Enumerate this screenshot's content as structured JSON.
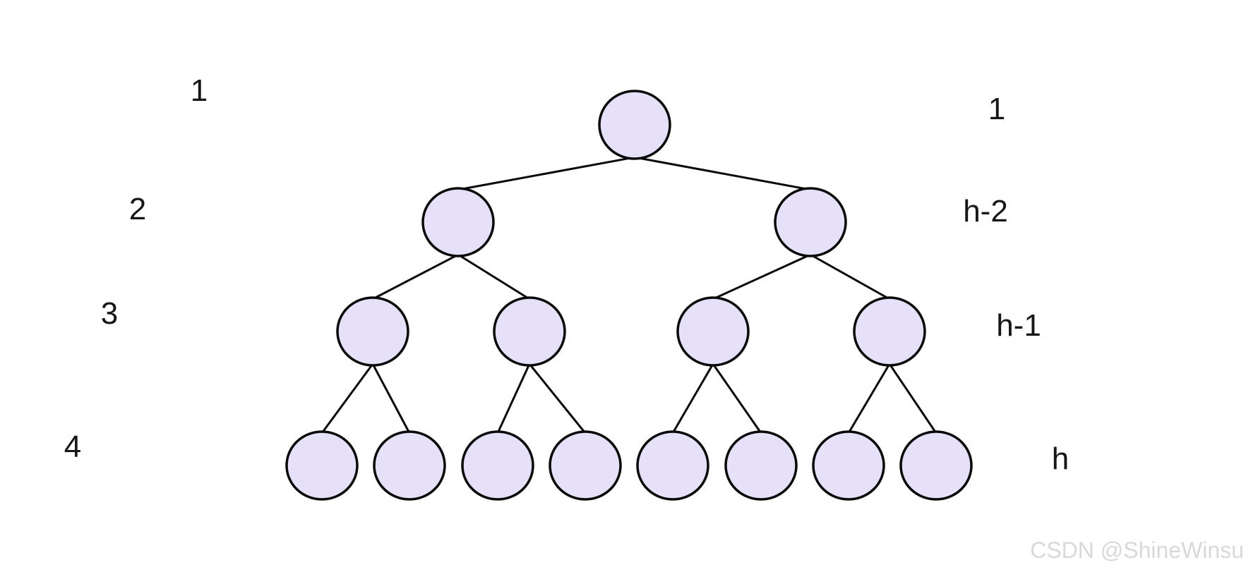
{
  "diagram": {
    "type": "full-binary-tree",
    "levels": [
      {
        "left_label": "1",
        "right_label": "1",
        "node_count": 1
      },
      {
        "left_label": "2",
        "right_label": "h-2",
        "node_count": 2
      },
      {
        "left_label": "3",
        "right_label": "h-1",
        "node_count": 4
      },
      {
        "left_label": "4",
        "right_label": "h",
        "node_count": 8
      }
    ],
    "colors": {
      "background": "#ffffff",
      "node_fill": "#e6e1f9",
      "node_stroke": "#0a0a0a",
      "edge_stroke": "#0a0a0a",
      "label_text": "#161616",
      "watermark_text": "#d9d9d9"
    }
  },
  "watermark": {
    "text": "CSDN @ShineWinsu"
  }
}
